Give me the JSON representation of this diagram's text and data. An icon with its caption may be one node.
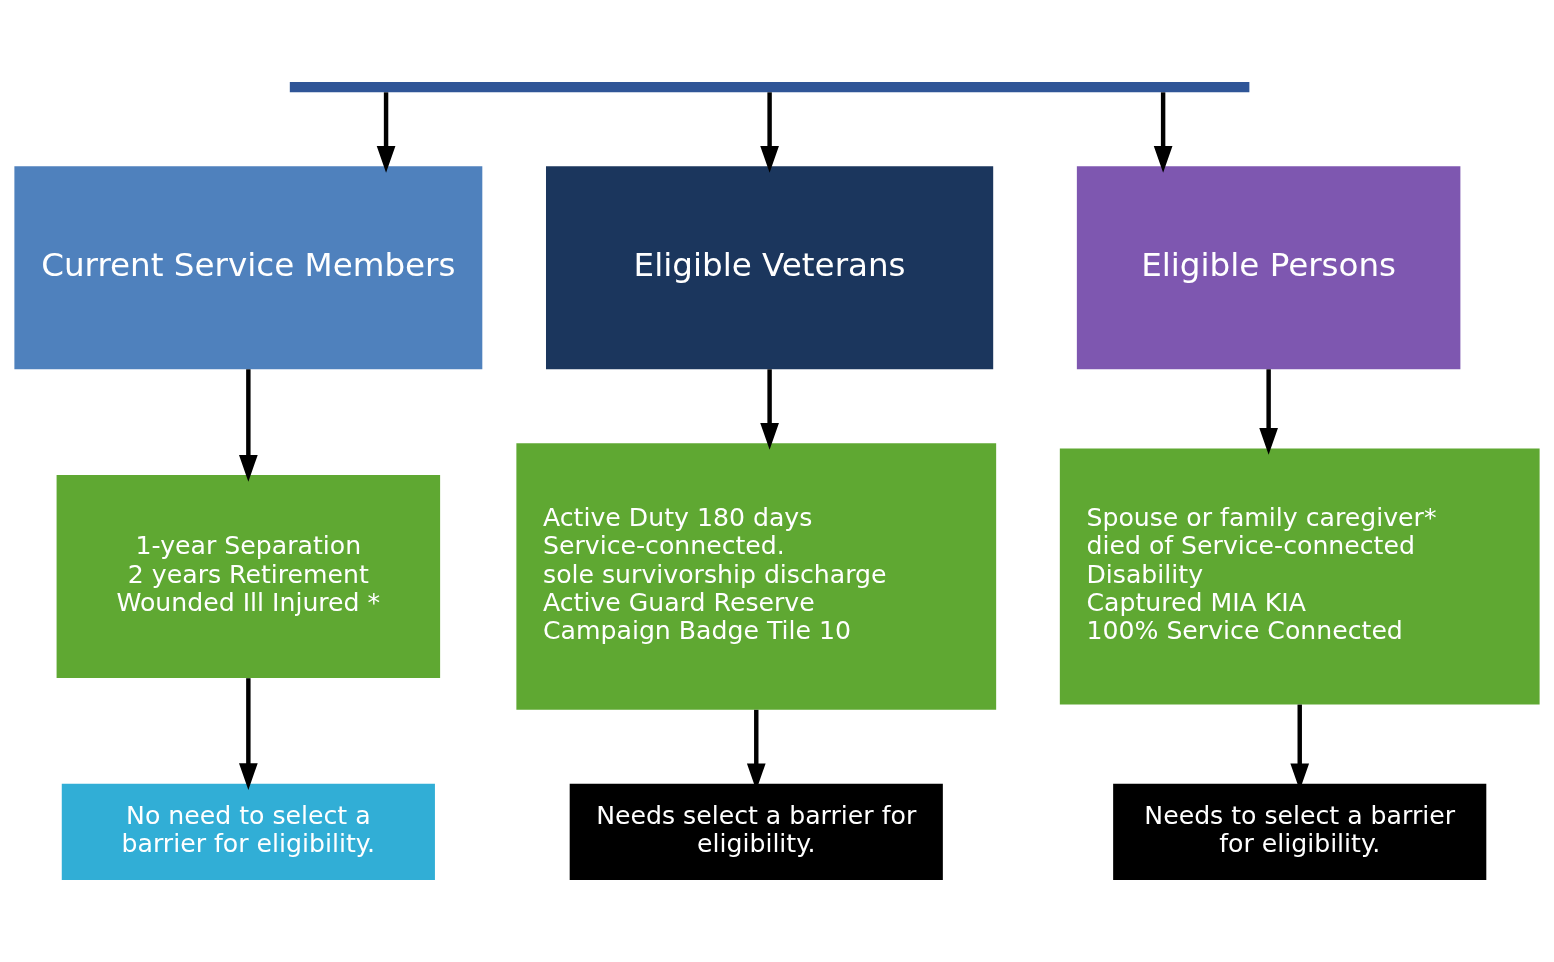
{
  "diagram": {
    "nodes": [
      {
        "text": [],
        "shape": "bar"
      },
      {
        "text": [
          "Current Service Members"
        ]
      },
      {
        "text": [
          "Eligible Veterans"
        ]
      },
      {
        "text": [
          "Eligible Persons"
        ]
      },
      {
        "text": [
          "1-year Separation",
          "2 years Retirement",
          "Wounded Ill Injured *"
        ]
      },
      {
        "text": [
          "Active Duty 180 days",
          "Service-connected.",
          "sole survivorship discharge",
          "Active Guard Reserve",
          "Campaign Badge Tile 10"
        ]
      },
      {
        "text": [
          "Spouse or family caregiver* died of Service-connected Disability",
          "Captured MIA KIA",
          "100% Service Connected"
        ]
      },
      {
        "text": [
          "No need to select a barrier for eligibility."
        ]
      },
      {
        "text": [
          "Needs select a barrier for eligibility."
        ]
      },
      {
        "text": [
          "Needs to select a barrier for eligibility."
        ]
      }
    ],
    "edges": [
      {
        "from": 0,
        "to": 1,
        "arrow": "to"
      },
      {
        "from": 0,
        "to": 2,
        "arrow": "to"
      },
      {
        "from": 0,
        "to": 3,
        "arrow": "to"
      },
      {
        "from": 1,
        "to": 4,
        "arrow": "to"
      },
      {
        "from": 2,
        "to": 5,
        "arrow": "to"
      },
      {
        "from": 3,
        "to": 6,
        "arrow": "to"
      },
      {
        "from": 4,
        "to": 7,
        "arrow": "to"
      },
      {
        "from": 5,
        "to": 8,
        "arrow": "to"
      },
      {
        "from": 6,
        "to": 9,
        "arrow": "to"
      }
    ]
  }
}
